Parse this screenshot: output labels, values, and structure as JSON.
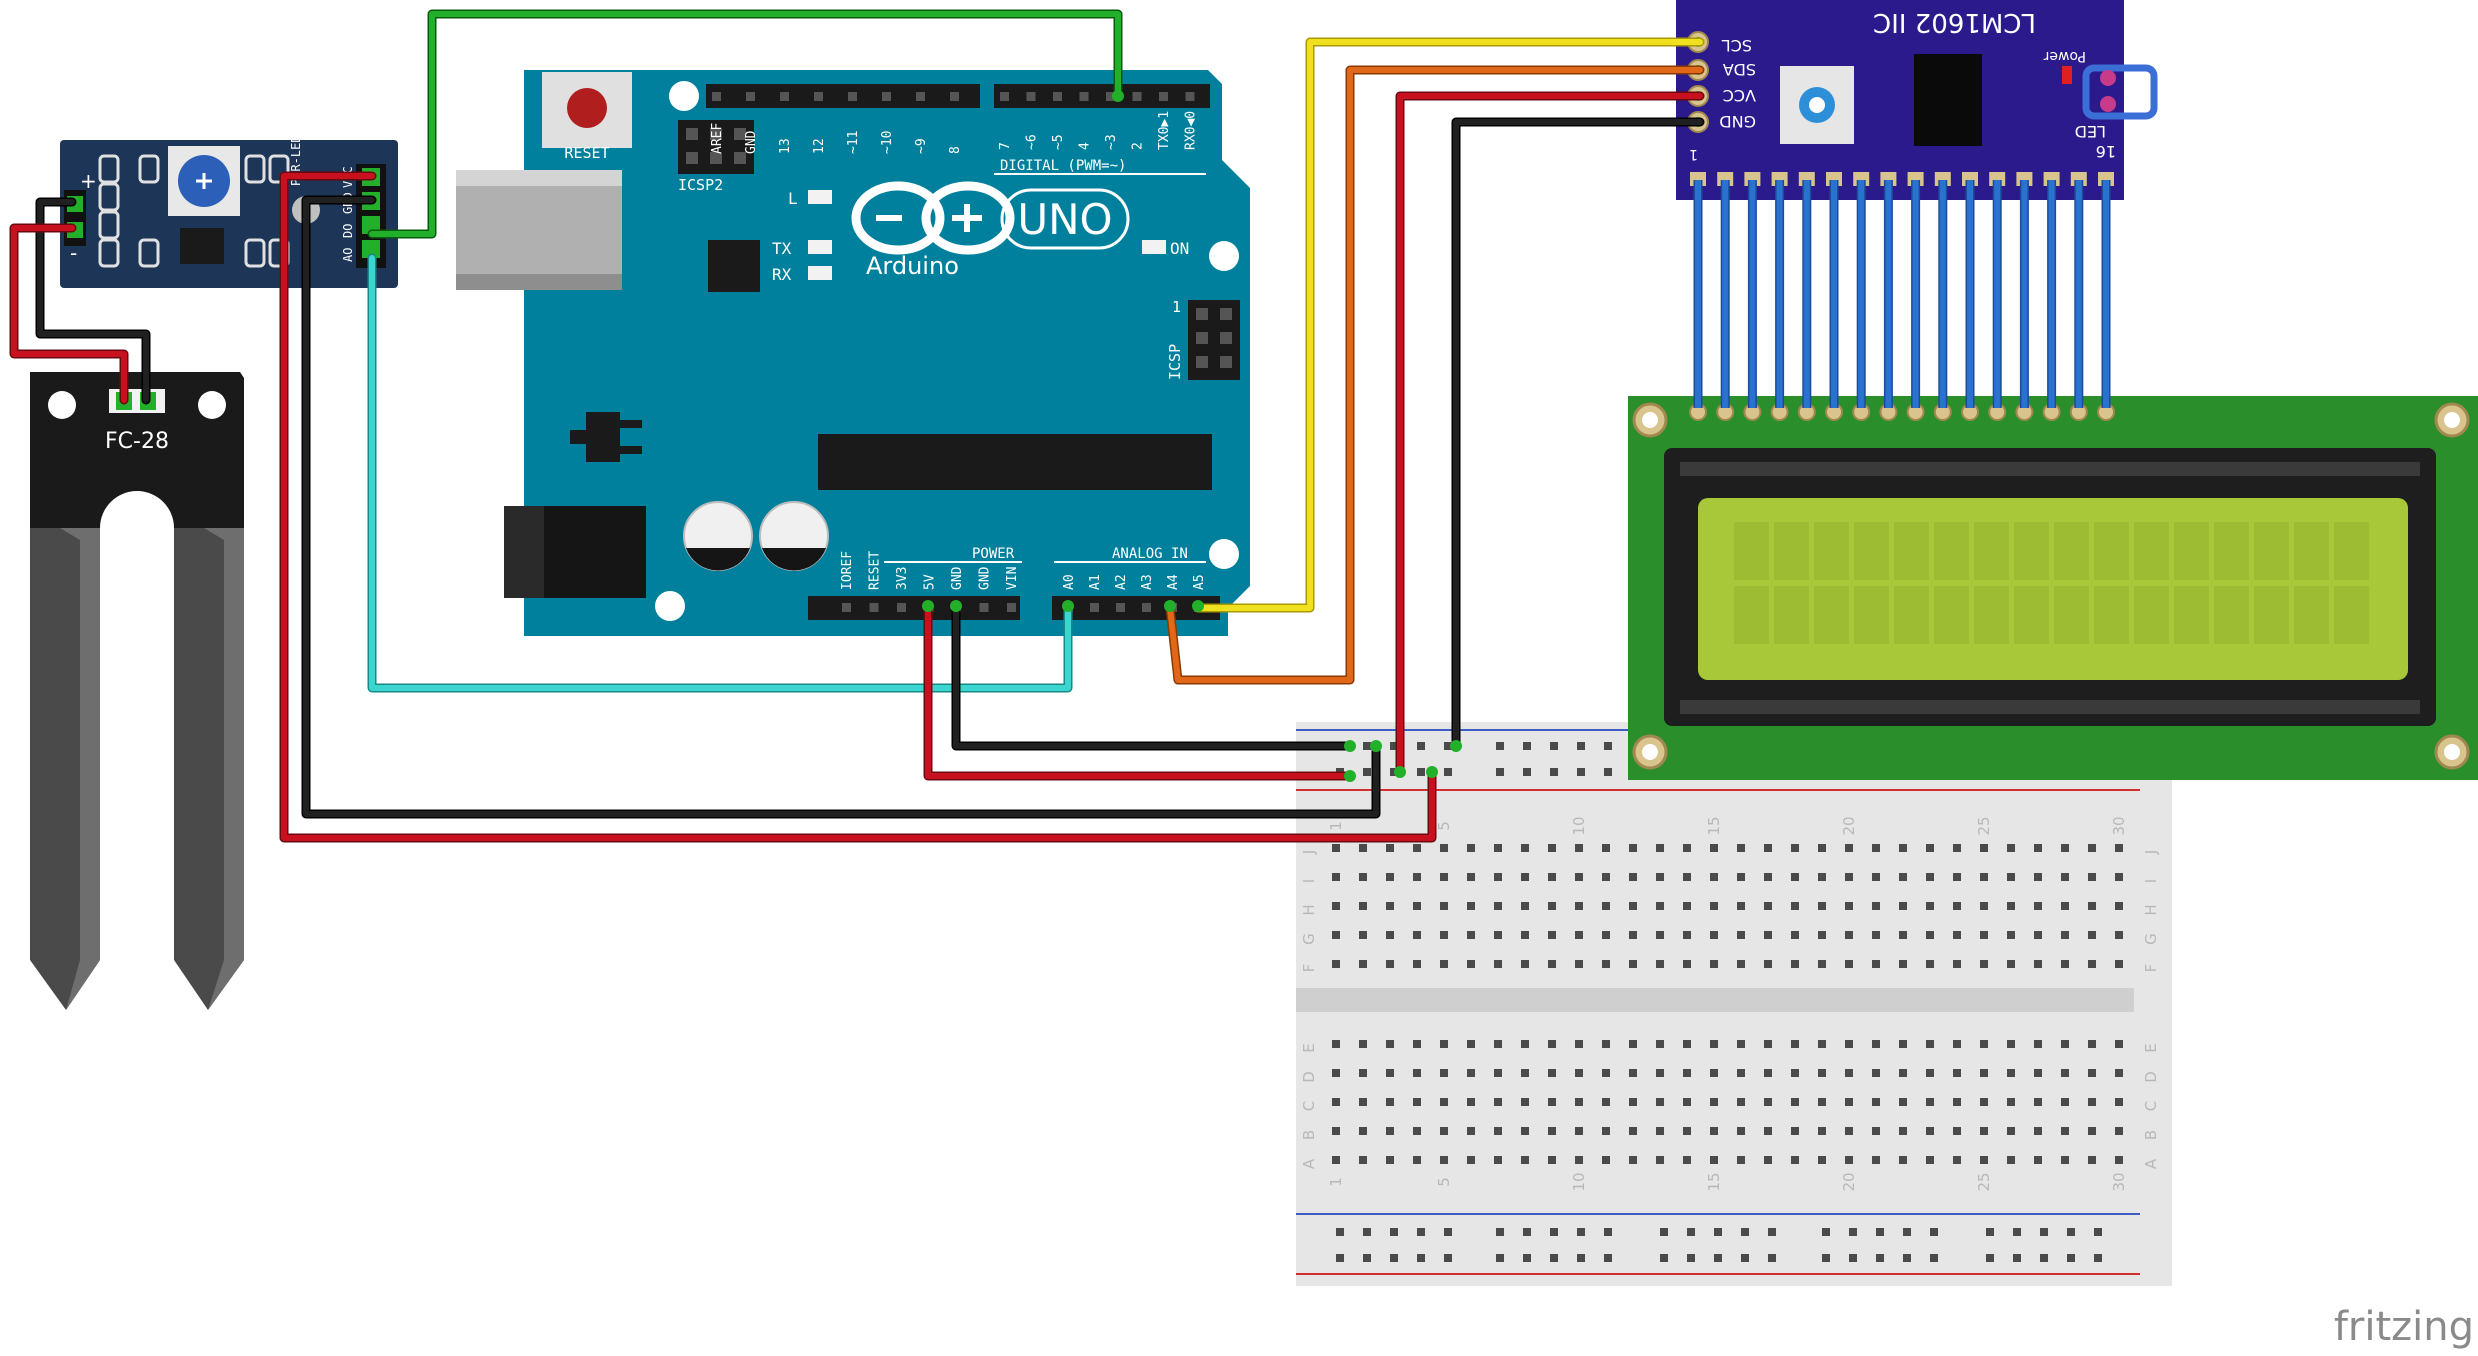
{
  "arduino": {
    "reset_label": "RESET",
    "icsp2_label": "ICSP2",
    "icsp_label": "ICSP",
    "icsp_pin1": "1",
    "digital_label": "DIGITAL (PWM=~)",
    "brand_label": "Arduino",
    "uno_label": "UNO",
    "led_l": "L",
    "led_tx": "TX",
    "led_rx": "RX",
    "led_on": "ON",
    "power_label": "POWER",
    "analog_label": "ANALOG IN",
    "top_pins": [
      "AREF",
      "GND",
      "13",
      "12",
      "~11",
      "~10",
      "~9",
      "8",
      "7",
      "~6",
      "~5",
      "4",
      "~3",
      "2",
      "TX0▶1",
      "RX0◀0"
    ],
    "power_pins": [
      "IOREF",
      "RESET",
      "3V3",
      "5V",
      "GND",
      "GND",
      "VIN"
    ],
    "analog_pins": [
      "A0",
      "A1",
      "A2",
      "A3",
      "A4",
      "A5"
    ]
  },
  "sensor": {
    "name": "FC-28",
    "plus": "+",
    "minus": "-",
    "module_pins": [
      "VCC",
      "GND",
      "DO",
      "AO"
    ],
    "pwr_led": "PWR-LED"
  },
  "lcd_module": {
    "title": "LCM1602 IIC",
    "power_label": "Power",
    "led_label": "LED",
    "pins": [
      "SCL",
      "SDA",
      "VCC",
      "GND"
    ],
    "pin_first": "1",
    "pin_last": "16"
  },
  "breadboard": {
    "row_letters_top": [
      "J",
      "I",
      "H",
      "G",
      "F"
    ],
    "row_letters_bottom": [
      "E",
      "D",
      "C",
      "B",
      "A"
    ],
    "column_numbers": [
      "1",
      "5",
      "10",
      "15",
      "20",
      "25",
      "30"
    ]
  },
  "watermark": "fritzing",
  "colors": {
    "arduino_board": "#00809c",
    "sensor_board": "#1d3557",
    "lcd_module": "#2a1a8c",
    "lcd_pcb": "#2a8f2a",
    "lcd_screen": "#a8c83a",
    "wire_red": "#c8101e",
    "wire_black": "#202020",
    "wire_green": "#22b02a",
    "wire_cyan": "#3cd6d0",
    "wire_yellow": "#f0e020",
    "wire_orange": "#e06818",
    "wire_blue": "#2a72d0"
  }
}
